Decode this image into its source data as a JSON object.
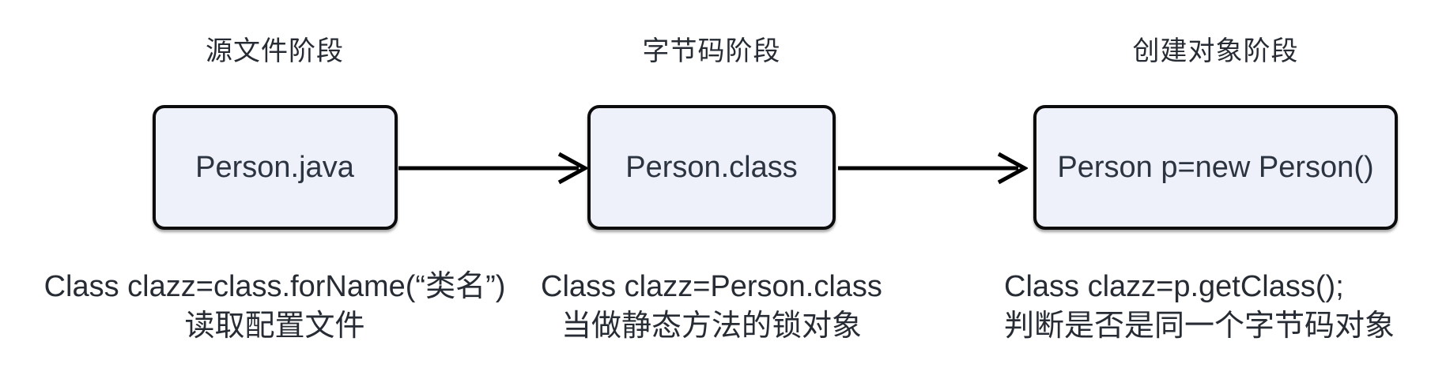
{
  "colors": {
    "page_bg": "#ffffff",
    "box_fill": "#eef1f9",
    "box_border": "#0c0c0c",
    "arrow": "#000000",
    "text": "#272c34"
  },
  "stages": [
    {
      "title": "源文件阶段",
      "box_label": "Person.java",
      "notes": {
        "line1": "Class clazz=class.forName(“类名”)",
        "line2": "读取配置文件"
      }
    },
    {
      "title": "字节码阶段",
      "box_label": "Person.class",
      "notes": {
        "line1": "Class clazz=Person.class",
        "line2": "当做静态方法的锁对象"
      }
    },
    {
      "title": "创建对象阶段",
      "box_label": "Person p=new Person()",
      "notes": {
        "line1": "Class clazz=p.getClass();",
        "line2": "判断是否是同一个字节码对象"
      }
    }
  ],
  "arrows": [
    {
      "name": "source-to-bytecode"
    },
    {
      "name": "bytecode-to-object"
    }
  ]
}
